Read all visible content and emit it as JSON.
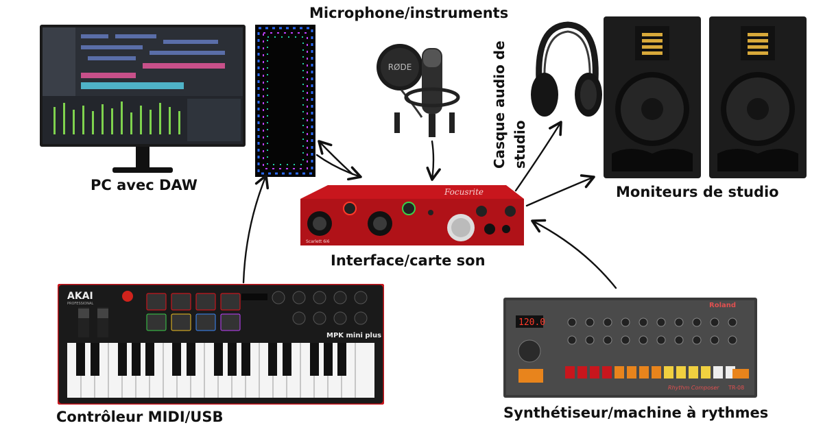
{
  "labels": {
    "pc": "PC avec DAW",
    "mic": "Microphone/instruments",
    "headphones": "Casque audio de studio",
    "headphones_line1": "Casque audio de",
    "headphones_line2": "studio",
    "monitors": "Moniteurs de studio",
    "interface": "Interface/carte son",
    "midi": "Contrôleur MIDI/USB",
    "synth": "Synthétiseur/machine à rythmes"
  },
  "device_text": {
    "interface_brand": "Focusrite",
    "interface_model": "Scarlett 6i6",
    "akai_brand": "AKAI",
    "akai_sub": "PROFESSIONAL",
    "akai_model": "MPK mini plus",
    "synth_brand": "Roland",
    "synth_model": "TR-08",
    "synth_tempo": "120.0",
    "synth_caption": "Rhythm Composer",
    "mic_brand": "RØDE"
  },
  "colors": {
    "interface_red": "#c8161d",
    "synth_body": "#3a3a3a",
    "synth_orange": "#e8841c",
    "speaker_body": "#1c1c1c",
    "arrow": "#111111"
  }
}
